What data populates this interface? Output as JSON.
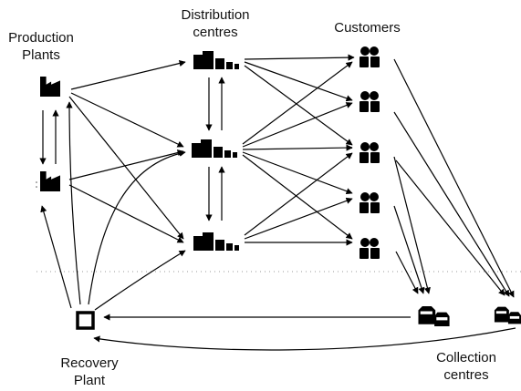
{
  "labels": {
    "production_plants": [
      "Production",
      "Plants"
    ],
    "distribution_centres": [
      "Distribution",
      "centres"
    ],
    "customers": "Customers",
    "recovery_plant": [
      "Recovery",
      "Plant"
    ],
    "collection_centres": [
      "Collection",
      "centres"
    ]
  },
  "nodes": {
    "production_plants": 2,
    "distribution_centres": 3,
    "customers": 5,
    "collection_centres": 2,
    "recovery_plants": 1
  },
  "colors": {
    "ink": "#000000",
    "divider": "#9a9a9a"
  }
}
